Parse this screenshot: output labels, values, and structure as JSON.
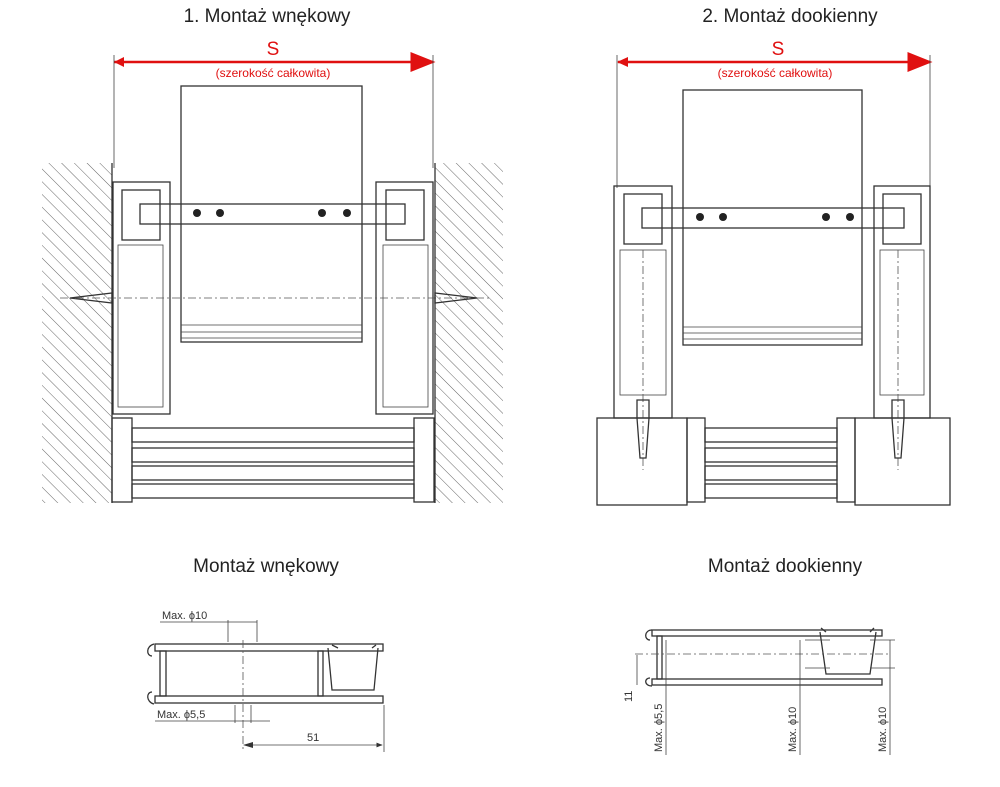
{
  "diagram": {
    "left_top": {
      "title": "1. Montaż wnękowy",
      "dimension_symbol": "S",
      "dimension_desc": "(szerokość całkowita)"
    },
    "right_top": {
      "title": "2. Montaż dookienny",
      "dimension_symbol": "S",
      "dimension_desc": "(szerokość całkowita)"
    },
    "left_bottom": {
      "title": "Montaż wnękowy",
      "labels": {
        "hole_top": "Max. ϕ10",
        "hole_bottom": "Max. ϕ5,5",
        "width": "51"
      }
    },
    "right_bottom": {
      "title": "Montaż dookienny",
      "labels": {
        "height": "11",
        "hole1": "Max. ϕ5,5",
        "hole2": "Max. ϕ10",
        "hole3": "Max. ϕ10"
      }
    },
    "colors": {
      "dimension": "#e01010",
      "line": "#333333"
    }
  }
}
